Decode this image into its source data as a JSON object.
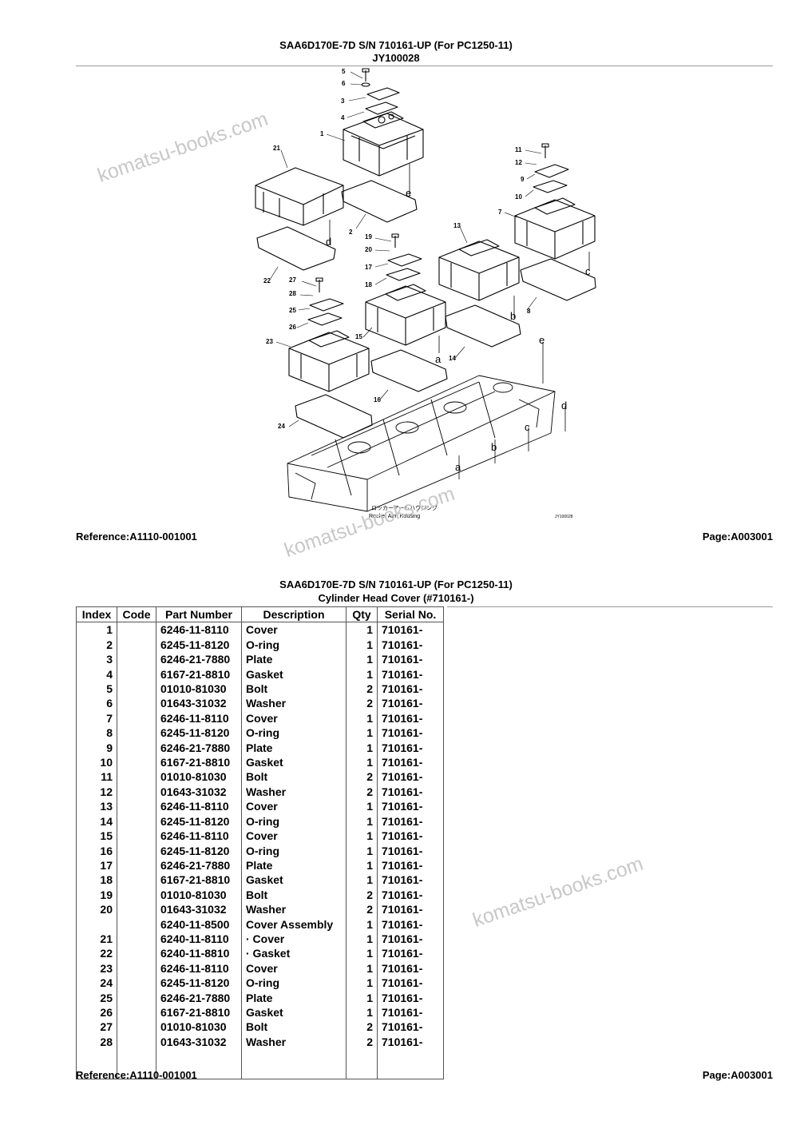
{
  "page1": {
    "title": "SAA6D170E-7D S/N 710161-UP (For PC1250-11)",
    "code": "JY100028",
    "reference": "Reference:A1110-001001",
    "page": "Page:A003001",
    "diagram": {
      "callouts": [
        "5",
        "6",
        "3",
        "4",
        "1",
        "21",
        "11",
        "12",
        "9",
        "10",
        "7",
        "2",
        "13",
        "19",
        "20",
        "17",
        "18",
        "22",
        "27",
        "28",
        "25",
        "26",
        "15",
        "8",
        "23",
        "14",
        "16",
        "24"
      ],
      "arrow_letters": [
        "e",
        "d",
        "c",
        "b",
        "a",
        "e",
        "d",
        "c",
        "b",
        "a"
      ],
      "housing_label_jp": "ロッカーアームハウジング",
      "housing_label": "Rocker Arm Housing",
      "figure_id": "JY100028"
    }
  },
  "page2": {
    "title": "SAA6D170E-7D S/N 710161-UP (For PC1250-11)",
    "subtitle": "Cylinder Head Cover (#710161-)",
    "reference": "Reference:A1110-001001",
    "page": "Page:A003001",
    "columns": [
      "Index",
      "Code",
      "Part Number",
      "Description",
      "Qty",
      "Serial No."
    ],
    "rows": [
      [
        "1",
        "",
        "6246-11-8110",
        "Cover",
        "1",
        "710161-"
      ],
      [
        "2",
        "",
        "6245-11-8120",
        "O-ring",
        "1",
        "710161-"
      ],
      [
        "3",
        "",
        "6246-21-7880",
        "Plate",
        "1",
        "710161-"
      ],
      [
        "4",
        "",
        "6167-21-8810",
        "Gasket",
        "1",
        "710161-"
      ],
      [
        "5",
        "",
        "01010-81030",
        "Bolt",
        "2",
        "710161-"
      ],
      [
        "6",
        "",
        "01643-31032",
        "Washer",
        "2",
        "710161-"
      ],
      [
        "7",
        "",
        "6246-11-8110",
        "Cover",
        "1",
        "710161-"
      ],
      [
        "8",
        "",
        "6245-11-8120",
        "O-ring",
        "1",
        "710161-"
      ],
      [
        "9",
        "",
        "6246-21-7880",
        "Plate",
        "1",
        "710161-"
      ],
      [
        "10",
        "",
        "6167-21-8810",
        "Gasket",
        "1",
        "710161-"
      ],
      [
        "11",
        "",
        "01010-81030",
        "Bolt",
        "2",
        "710161-"
      ],
      [
        "12",
        "",
        "01643-31032",
        "Washer",
        "2",
        "710161-"
      ],
      [
        "13",
        "",
        "6246-11-8110",
        "Cover",
        "1",
        "710161-"
      ],
      [
        "14",
        "",
        "6245-11-8120",
        "O-ring",
        "1",
        "710161-"
      ],
      [
        "15",
        "",
        "6246-11-8110",
        "Cover",
        "1",
        "710161-"
      ],
      [
        "16",
        "",
        "6245-11-8120",
        "O-ring",
        "1",
        "710161-"
      ],
      [
        "17",
        "",
        "6246-21-7880",
        "Plate",
        "1",
        "710161-"
      ],
      [
        "18",
        "",
        "6167-21-8810",
        "Gasket",
        "1",
        "710161-"
      ],
      [
        "19",
        "",
        "01010-81030",
        "Bolt",
        "2",
        "710161-"
      ],
      [
        "20",
        "",
        "01643-31032",
        "Washer",
        "2",
        "710161-"
      ],
      [
        "",
        "",
        "6240-11-8500",
        "Cover Assembly",
        "1",
        "710161-"
      ],
      [
        "21",
        "",
        "6240-11-8110",
        "· Cover",
        "1",
        "710161-"
      ],
      [
        "22",
        "",
        "6240-11-8810",
        "· Gasket",
        "1",
        "710161-"
      ],
      [
        "23",
        "",
        "6246-11-8110",
        "Cover",
        "1",
        "710161-"
      ],
      [
        "24",
        "",
        "6245-11-8120",
        "O-ring",
        "1",
        "710161-"
      ],
      [
        "25",
        "",
        "6246-21-7880",
        "Plate",
        "1",
        "710161-"
      ],
      [
        "26",
        "",
        "6167-21-8810",
        "Gasket",
        "1",
        "710161-"
      ],
      [
        "27",
        "",
        "01010-81030",
        "Bolt",
        "2",
        "710161-"
      ],
      [
        "28",
        "",
        "01643-31032",
        "Washer",
        "2",
        "710161-"
      ],
      [
        "",
        "",
        "",
        "",
        "",
        ""
      ],
      [
        "",
        "",
        "",
        "",
        "",
        ""
      ]
    ]
  },
  "watermark": "komatsu-books.com"
}
